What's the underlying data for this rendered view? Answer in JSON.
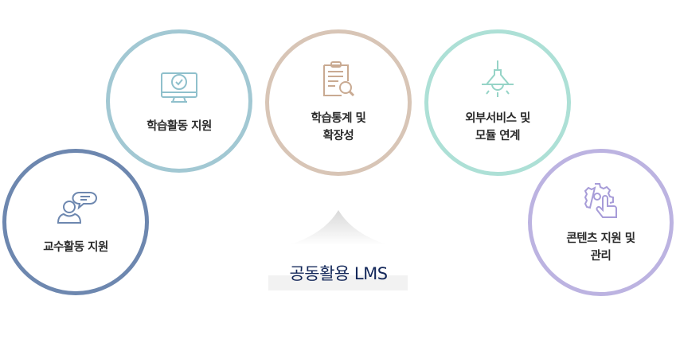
{
  "center": {
    "title": "공동활용 LMS",
    "title_color": "#14285a"
  },
  "nodes": [
    {
      "id": "faculty",
      "label": "교수활동 지원",
      "icon": "user-chat-icon",
      "color": "#6d87af"
    },
    {
      "id": "learning",
      "label": "학습활동 지원",
      "icon": "monitor-check-icon",
      "color": "#a2c8d3"
    },
    {
      "id": "statistics",
      "label": "학습통계 및\n확장성",
      "icon": "clipboard-search-icon",
      "color": "#d8c5b6"
    },
    {
      "id": "external",
      "label": "외부서비스 및\n모듈 연계",
      "icon": "light-bulb-icon",
      "color": "#ade0d6"
    },
    {
      "id": "contents",
      "label": "콘텐츠 지원 및\n관리",
      "icon": "gear-hand-icon",
      "color": "#bcb3e1"
    }
  ]
}
